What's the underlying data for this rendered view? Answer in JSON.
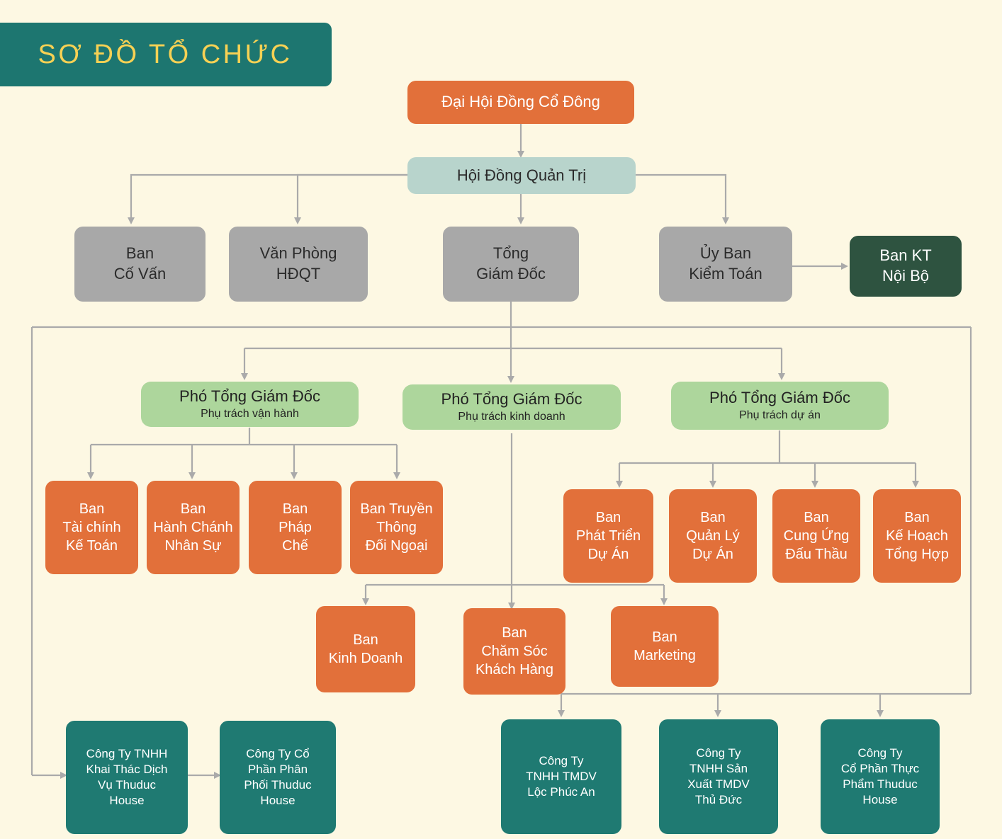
{
  "title": {
    "text": "SƠ ĐỒ TỔ CHỨC"
  },
  "nodes": {
    "shareholders": {
      "l1": "Đại Hội Đồng Cổ Đông"
    },
    "board": {
      "l1": "Hội Đồng Quản Trị"
    },
    "advisory": {
      "l1": "Ban",
      "l2": "Cố Vấn"
    },
    "board_office": {
      "l1": "Văn Phòng",
      "l2": "HĐQT"
    },
    "ceo": {
      "l1": "Tổng",
      "l2": "Giám Đốc"
    },
    "audit_committee": {
      "l1": "Ủy Ban",
      "l2": "Kiểm Toán"
    },
    "internal_audit": {
      "l1": "Ban KT",
      "l2": "Nội Bộ"
    },
    "dep_ops": {
      "l1": "Phó Tổng Giám Đốc",
      "l2": "Phụ trách vận hành"
    },
    "dep_biz": {
      "l1": "Phó Tổng Giám Đốc",
      "l2": "Phụ trách kinh doanh"
    },
    "dep_proj": {
      "l1": "Phó Tổng Giám Đốc",
      "l2": "Phụ trách dự án"
    },
    "finance": {
      "l1": "Ban",
      "l2": "Tài chính",
      "l3": "Kế Toán"
    },
    "hr": {
      "l1": "Ban",
      "l2": "Hành Chánh",
      "l3": "Nhân Sự"
    },
    "legal": {
      "l1": "Ban",
      "l2": "Pháp",
      "l3": "Chế"
    },
    "comms": {
      "l1": "Ban Truyền",
      "l2": "Thông",
      "l3": "Đối Ngoại"
    },
    "proj_dev": {
      "l1": "Ban",
      "l2": "Phát Triển",
      "l3": "Dự Án"
    },
    "proj_mgmt": {
      "l1": "Ban",
      "l2": "Quản Lý",
      "l3": "Dự Án"
    },
    "procurement": {
      "l1": "Ban",
      "l2": "Cung Ứng",
      "l3": "Đấu Thầu"
    },
    "planning": {
      "l1": "Ban",
      "l2": "Kế Hoạch",
      "l3": "Tổng Hợp"
    },
    "sales": {
      "l1": "Ban",
      "l2": "Kinh Doanh"
    },
    "customer_care": {
      "l1": "Ban",
      "l2": "Chăm Sóc",
      "l3": "Khách Hàng"
    },
    "marketing": {
      "l1": "Ban",
      "l2": "Marketing"
    },
    "co_services": {
      "l1": "Công Ty TNHH",
      "l2": "Khai Thác Dịch",
      "l3": "Vụ Thuduc",
      "l4": "House"
    },
    "co_distrib": {
      "l1": "Công Ty Cổ",
      "l2": "Phần Phân",
      "l3": "Phối Thuduc",
      "l4": "House"
    },
    "co_locphucan": {
      "l1": "Công Ty",
      "l2": "TNHH TMDV",
      "l3": "Lộc Phúc An"
    },
    "co_thuduc_mfg": {
      "l1": "Công Ty",
      "l2": "TNHH Sản",
      "l3": "Xuất TMDV",
      "l4": "Thủ Đức"
    },
    "co_food": {
      "l1": "Công Ty",
      "l2": "Cổ Phần Thực",
      "l3": "Phẩm Thuduc",
      "l4": "House"
    }
  },
  "colors": {
    "background": "#FDF8E3",
    "banner": "#1D7670",
    "banner_text": "#F7D154",
    "orange": "#E2703A",
    "sage": "#B8D4CC",
    "gray": "#A8A8A8",
    "dark_green": "#2E5340",
    "light_green": "#ADD69C",
    "teal": "#1F7A72",
    "connector": "#AAAAAA"
  }
}
